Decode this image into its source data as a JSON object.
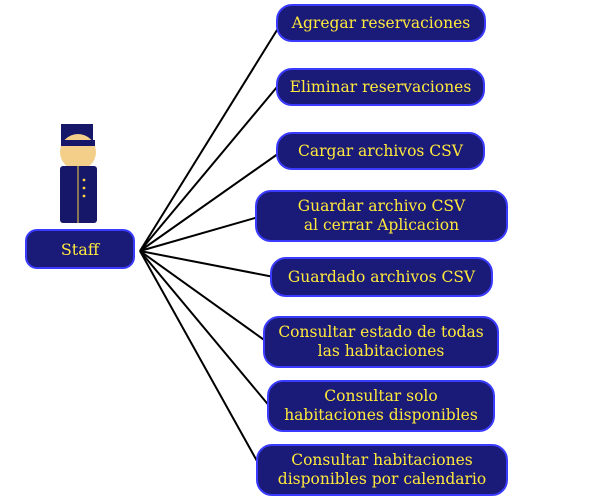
{
  "actor": {
    "label": "Staff",
    "icon": "bellhop-person-icon"
  },
  "use_cases": [
    {
      "label": "Agregar reservaciones"
    },
    {
      "label": "Eliminar reservaciones"
    },
    {
      "label": "Cargar archivos CSV"
    },
    {
      "label": "Guardar archivo CSV\nal cerrar Aplicacion"
    },
    {
      "label": "Guardado archivos CSV"
    },
    {
      "label": "Consultar estado de todas\nlas habitaciones"
    },
    {
      "label": "Consultar solo\nhabitaciones disponibles"
    },
    {
      "label": "Consultar habitaciones\ndisponibles por calendario"
    }
  ],
  "colors": {
    "node_fill": "#1a1a78",
    "node_border": "#3b3bff",
    "node_text": "#ffe93c",
    "skin": "#f3cf8a",
    "uniform": "#17176a",
    "buttons": "#f5d442",
    "connector": "#000000"
  }
}
